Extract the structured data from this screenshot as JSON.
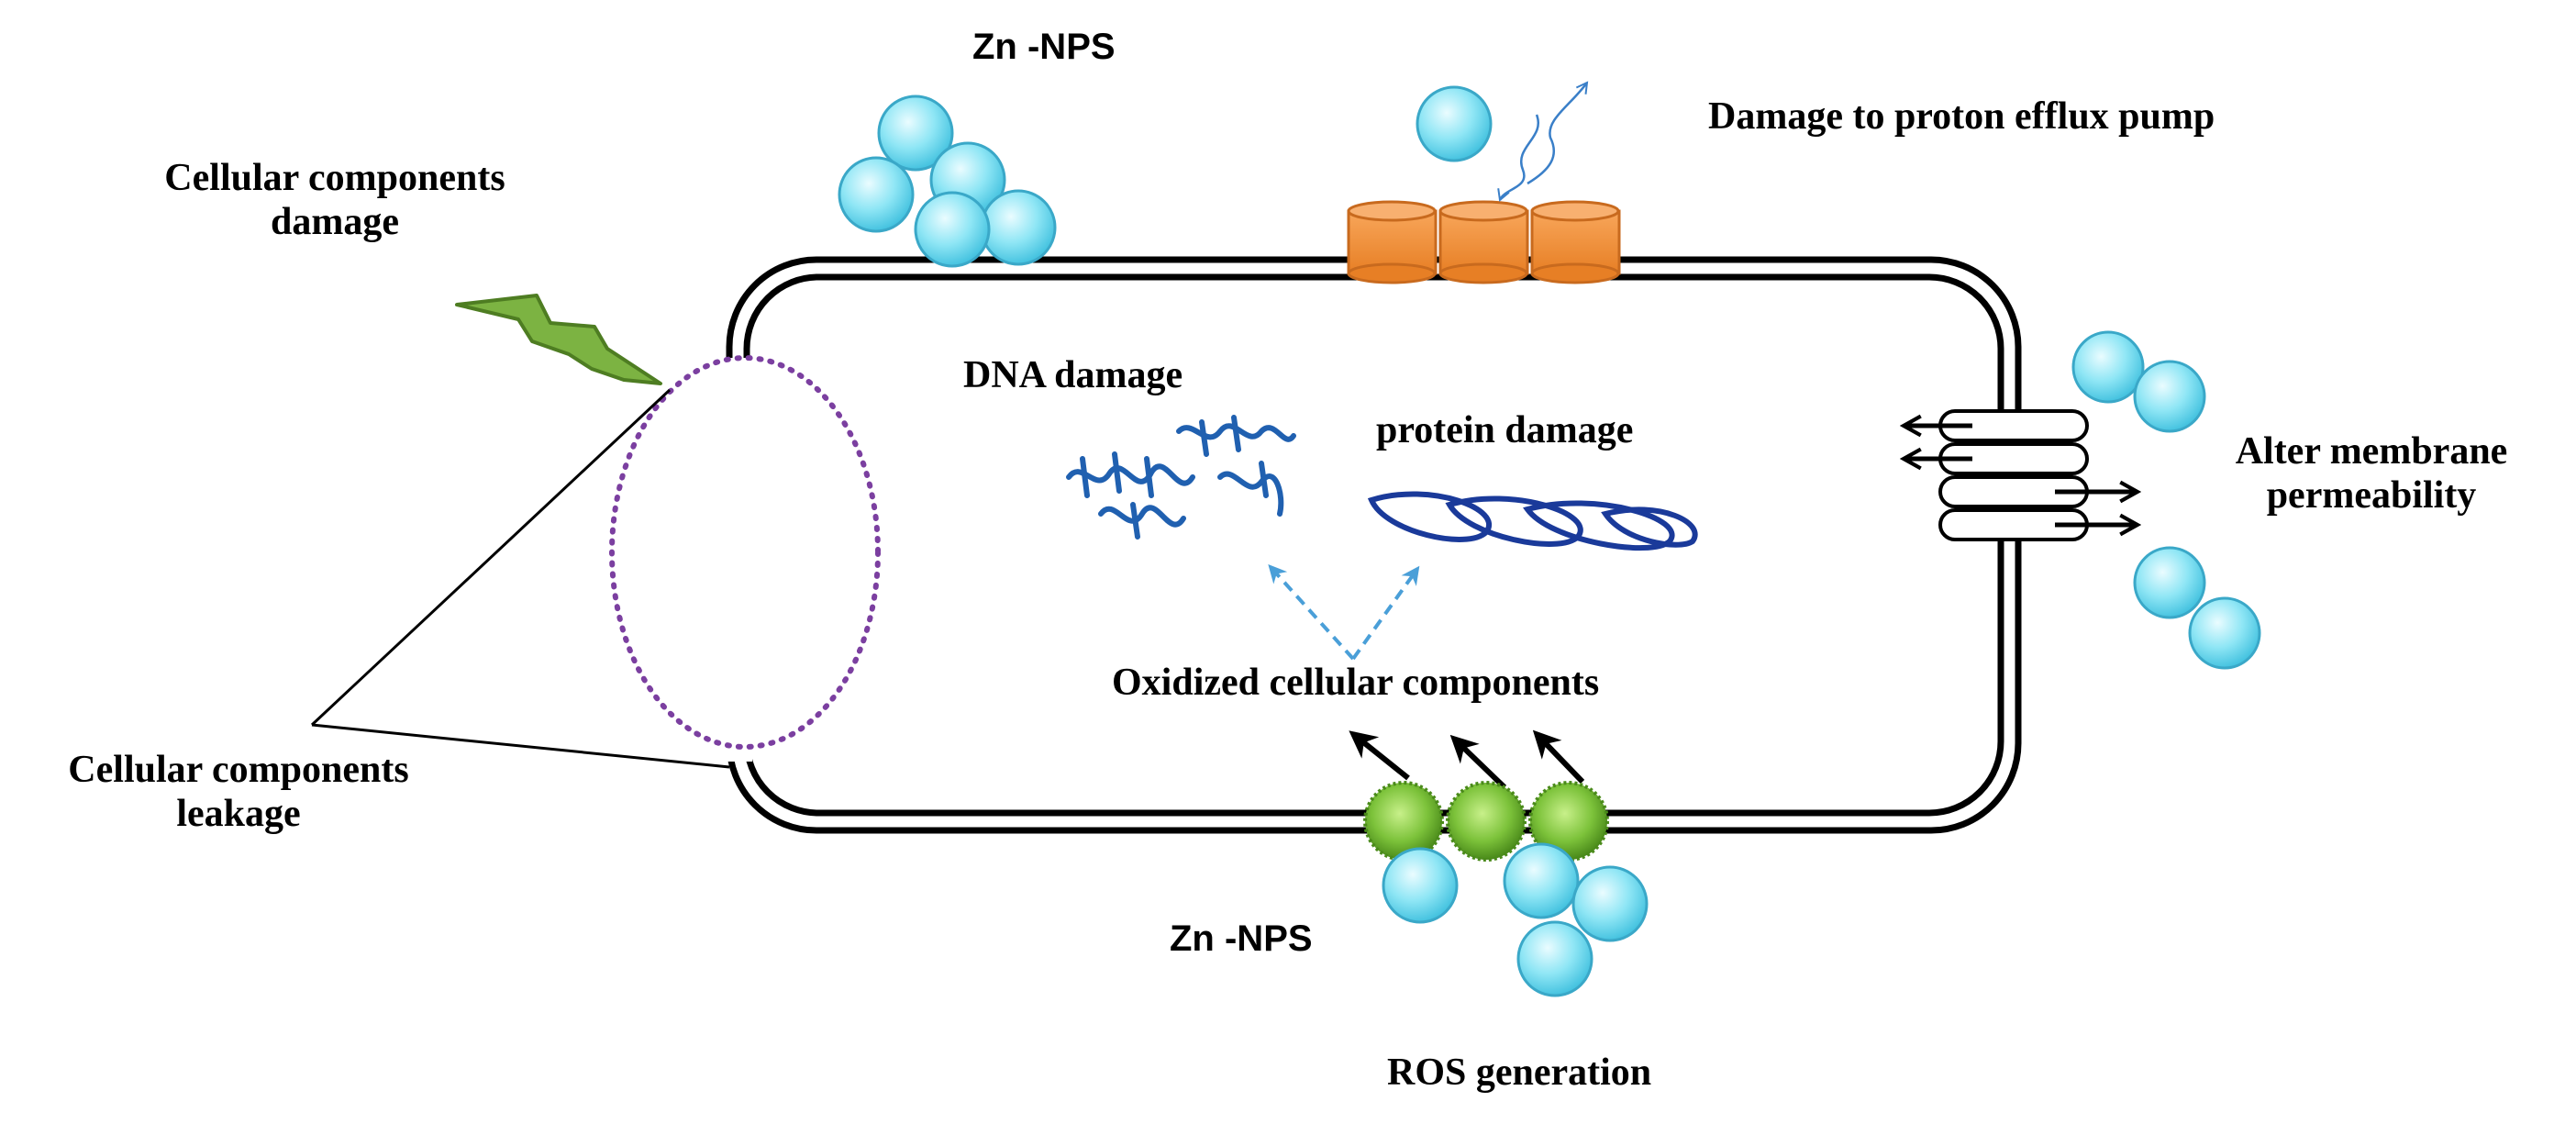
{
  "labels": {
    "zn_nps_top": "Zn -NPS",
    "zn_nps_bottom": "Zn -NPS",
    "damage_proton_efflux_pump": "Damage to proton efflux pump",
    "cellular_components_damage_line1": "Cellular components",
    "cellular_components_damage_line2": "damage",
    "cellular_components_leakage_line1": "Cellular components",
    "cellular_components_leakage_line2": "leakage",
    "dna_damage": "DNA damage",
    "protein_damage": "protein damage",
    "alter_membrane_line1": "Alter membrane",
    "alter_membrane_line2": "permeability",
    "oxidized_cellular_components": "Oxidized cellular components",
    "ros_generation": "ROS generation"
  },
  "colors": {
    "nanoparticle": "#7fe0f0",
    "nanoparticle_stroke": "#3aa8c8",
    "proton_pump": "#f5913e",
    "proton_pump_stroke": "#c86a1e",
    "lightning": "#7cb342",
    "leak_ellipse": "#7b3fa0",
    "dna_strand": "#2060b0",
    "protein_strand": "#1a3a9a",
    "ros_particle": "#6aa82a",
    "dashed_arrow": "#4a9fd8",
    "membrane": "#000000"
  },
  "icons": {
    "lightning": "lightning-bolt-icon",
    "proton_pump": "proton-pump-icon",
    "nanoparticle": "nanoparticle-sphere-icon",
    "ros": "ros-spiky-particle-icon"
  }
}
